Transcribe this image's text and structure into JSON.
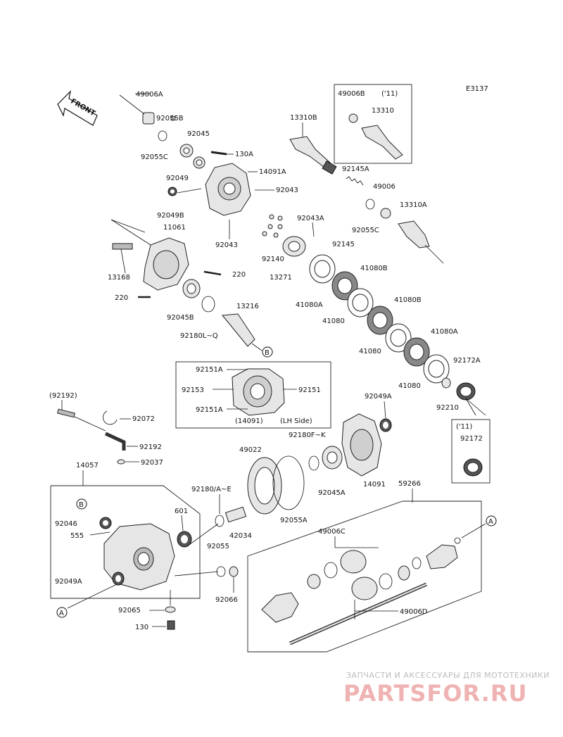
{
  "diagram_code": "E3137",
  "front_arrow_text": "FRONT",
  "callouts": {
    "A": "A",
    "B": "B"
  },
  "labels": {
    "p49006A": "49006A",
    "p92055B": "92055B",
    "p92055C_top": "92055C",
    "p92045": "92045",
    "p130A": "130A",
    "p92049": "92049",
    "p14091A": "14091A",
    "p92043_r": "92043",
    "p92049B": "92049B",
    "p92043_b": "92043",
    "p11061": "11061",
    "p13168": "13168",
    "p220_r": "220",
    "p220_l": "220",
    "p92045B": "92045B",
    "p92180LQ": "92180L~Q",
    "p13216": "13216",
    "p13310B": "13310B",
    "p49006B": "49006B",
    "p11_top": "('11)",
    "p13310": "13310",
    "p92145A": "92145A",
    "p49006": "49006",
    "p13310A": "13310A",
    "p92055C_mid": "92055C",
    "p92043A": "92043A",
    "p92145": "92145",
    "p92140": "92140",
    "p13271": "13271",
    "p41080B_1": "41080B",
    "p41080A_1": "41080A",
    "p41080_1": "41080",
    "p41080B_2": "41080B",
    "p41080_2": "41080",
    "p41080A_2": "41080A",
    "p41080_3": "41080",
    "p92172A": "92172A",
    "p92210": "92210",
    "p11_bot": "('11)",
    "p92172": "92172",
    "p92151A_t": "92151A",
    "p92153": "92153",
    "p92151": "92151",
    "p92151A_b": "92151A",
    "p14091_box": "(14091)",
    "pLHSide": "(LH Side)",
    "p92192_par": "(92192)",
    "p92072": "92072",
    "p92192": "92192",
    "p14057": "14057",
    "p92037": "92037",
    "p49022": "49022",
    "p92180FK": "92180F~K",
    "p92049A_r": "92049A",
    "p92045A": "92045A",
    "p14091": "14091",
    "p59266": "59266",
    "p92180AE": "92180/A~E",
    "p601": "601",
    "p42034": "42034",
    "p92055A": "92055A",
    "p92046": "92046",
    "p555": "555",
    "p92055": "92055",
    "p92049A_l": "92049A",
    "p92066": "92066",
    "p92065": "92065",
    "p130": "130",
    "p49006C": "49006C",
    "p49006D": "49006D"
  },
  "watermark": {
    "subtitle": "ЗАПЧАСТИ И АКСЕССУАРЫ ДЛЯ МОТОТЕХНИКИ",
    "brand": "PARTSFOR.RU"
  }
}
